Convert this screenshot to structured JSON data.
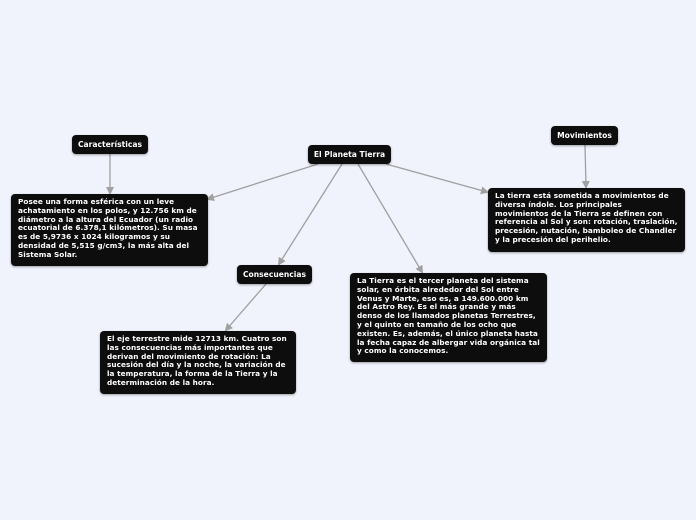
{
  "central": {
    "label": "El Planeta Tierra"
  },
  "topics": {
    "caracteristicas": "Características",
    "movimientos": "Movimientos",
    "consecuencias": "Consecuencias"
  },
  "notes": {
    "caracteristicas": "Posee una forma esférica con un leve achatamiento en los polos, y 12.756 km de diámetro a la altura del Ecuador (un radio ecuatorial de 6.378,1 kilómetros). Su masa es de 5,9736 x 1024 kilogramos y su densidad de 5,515 g/cm3, la más alta del Sistema Solar.",
    "movimientos": "La tierra está sometida a movimientos de diversa índole. Los principales movimientos de la Tierra se definen con referencia al Sol y son: rotación, traslación, precesión, nutación, bamboleo de Chandler y la precesión del perihelio.",
    "planeta": "La Tierra es el tercer planeta del sistema solar, en órbita alrededor del Sol entre Venus y Marte, eso es, a 149.600.000 km del Astro Rey. Es el más grande y más denso de los llamados planetas Terrestres, y el quinto en tamaño de los ocho que existen. Es, además, el único planeta hasta la fecha capaz de albergar vida orgánica tal y como la conocemos.",
    "consecuencias": "El eje terrestre mide 12713 km. Cuatro son las consecuencias más importantes que derivan del movimiento de rotación: La sucesión del día y la noche, la variación de la temperatura, la forma de la Tierra y la determinación de la hora."
  },
  "colors": {
    "background": "#f0f2fc",
    "node": "#0d0d0d",
    "connector": "#a0a0a0"
  }
}
